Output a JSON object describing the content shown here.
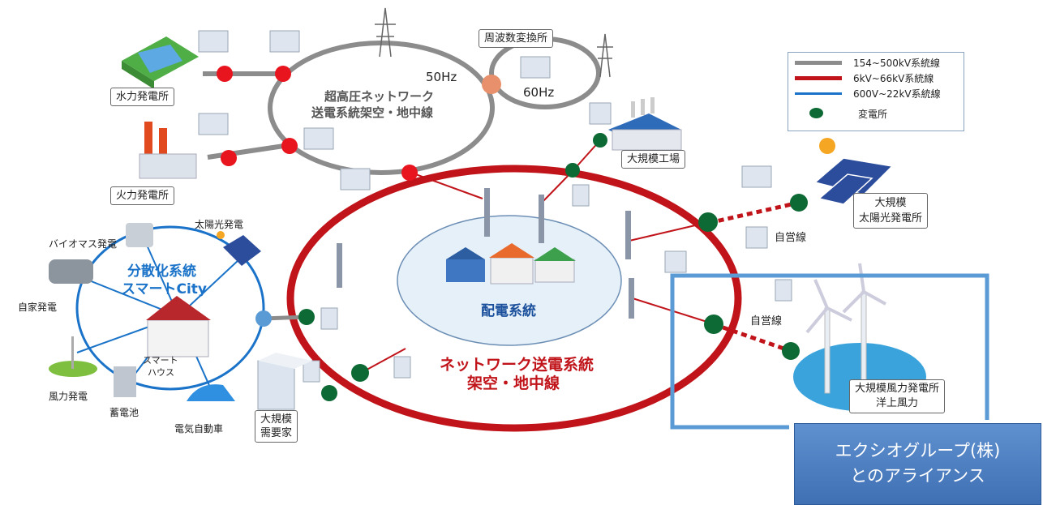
{
  "labels": {
    "hydro": "水力発電所",
    "thermal": "火力発電所",
    "ehv_network_line1": "超高圧ネットワーク",
    "ehv_network_line2": "送電系統架空・地中線",
    "hz50": "50Hz",
    "hz60": "60Hz",
    "freq_converter": "周波数変換所",
    "large_factory": "大規模工場",
    "large_solar_line1": "大規模",
    "large_solar_line2": "太陽光発電所",
    "private_line_1": "自営線",
    "private_line_2": "自営線",
    "offshore_wind_line1": "大規模風力発電所",
    "offshore_wind_line2": "洋上風力",
    "distribution": "配電系統",
    "network_line1": "ネットワーク送電系統",
    "network_line2": "架空・地中線",
    "large_consumer_line1": "大規模",
    "large_consumer_line2": "需要家",
    "distributed_line1": "分散化系統",
    "distributed_line2": "スマートCity",
    "biomass": "バイオマス発電",
    "solar_small": "太陽光発電",
    "private_gen": "自家発電",
    "smart_house_line1": "スマート",
    "smart_house_line2": "ハウス",
    "wind_small": "風力発電",
    "battery": "蓄電池",
    "ev": "電気自動車"
  },
  "legend": [
    {
      "label": "154~500kV系統線",
      "color": "#8c8c8c"
    },
    {
      "label": "6kV~66kV系統線",
      "color": "#c0141a"
    },
    {
      "label": "600V~22kV系統線",
      "color": "#1a73c8"
    },
    {
      "label": "変電所",
      "color": "#0e6a35"
    }
  ],
  "alliance": {
    "line1": "エクシオグループ(株)",
    "line2": "とのアライアンス"
  },
  "colors": {
    "gray_line": "#8c8c8c",
    "red_line": "#c0141a",
    "blue_line": "#1a73c8",
    "red_node": "#e8141e",
    "green_node": "#0e6a35",
    "highlight": "#5b9bd5",
    "freq_node": "#e8906b"
  }
}
